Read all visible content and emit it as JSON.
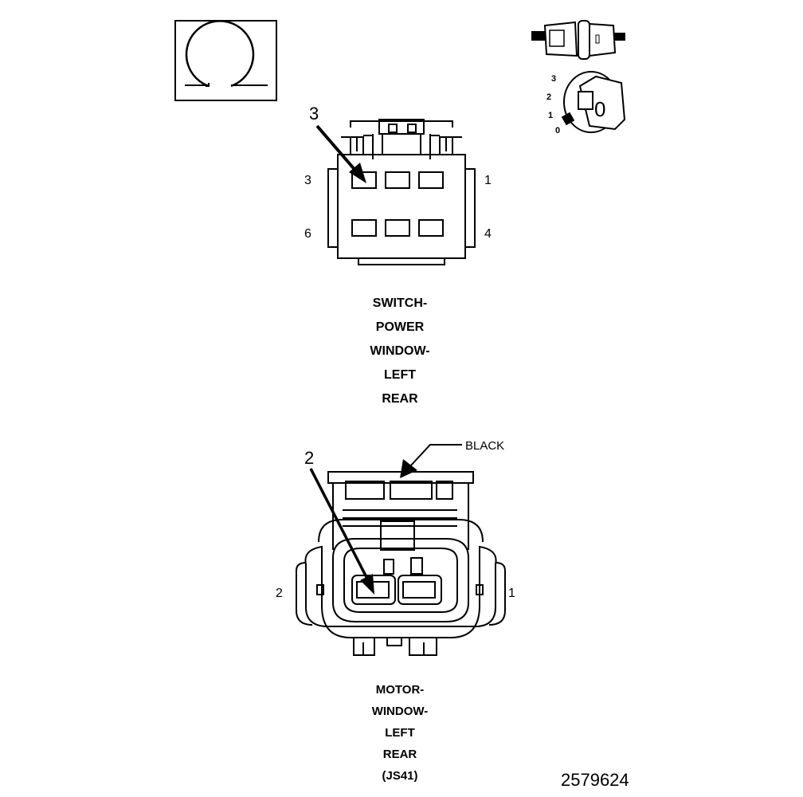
{
  "connector_1": {
    "callout": "3",
    "pins": {
      "top_left": "3",
      "top_right": "1",
      "bottom_left": "6",
      "bottom_right": "4"
    },
    "title_lines": [
      "SWITCH-",
      "POWER",
      "WINDOW-",
      "LEFT",
      "REAR"
    ]
  },
  "connector_2": {
    "callout": "2",
    "color_label": "BLACK",
    "pins": {
      "left": "2",
      "right": "1"
    },
    "title_lines": [
      "MOTOR-",
      "WINDOW-",
      "LEFT",
      "REAR",
      "(JS41)"
    ]
  },
  "key_positions": [
    "3",
    "2",
    "1",
    "0"
  ],
  "key_glyph": "0",
  "document_number": "2579624",
  "icons": [
    "ohmmeter-icon",
    "connector-plug-icon",
    "ignition-key-icon"
  ]
}
